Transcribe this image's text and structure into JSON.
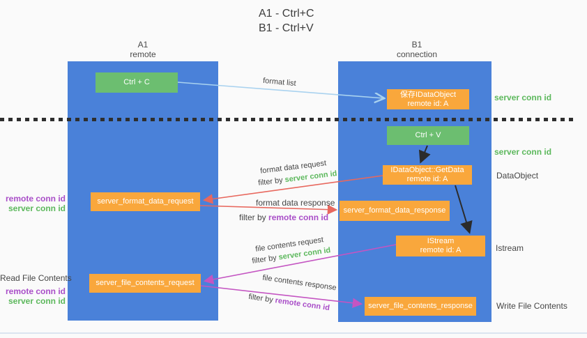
{
  "title": {
    "line1": "A1 - Ctrl+C",
    "line2": "B1 - Ctrl+V"
  },
  "lanes": {
    "a": {
      "name": "A1",
      "subtitle": "remote"
    },
    "b": {
      "name": "B1",
      "subtitle": "connection"
    }
  },
  "boxes": {
    "ctrl_c": {
      "label": "Ctrl + C"
    },
    "ctrl_v": {
      "label": "Ctrl + V"
    },
    "save_dataobject": {
      "line1": "保存IDataObject",
      "line2": "remote id: A"
    },
    "getdata": {
      "line1": "IDataObject::GetData",
      "line2": "remote id: A"
    },
    "istream": {
      "line1": "IStream",
      "line2": "remote id: A"
    },
    "format_request": {
      "label": "server_format_data_request"
    },
    "format_response": {
      "label": "server_format_data_response"
    },
    "file_request": {
      "label": "server_file_contents_request"
    },
    "file_response": {
      "label": "server_file_contents_response"
    }
  },
  "arrow_labels": {
    "format_list": "format list",
    "format_data_request": "format data request",
    "format_data_response": "format data response",
    "file_contents_request": "file contents request",
    "file_contents_response": "file contents response",
    "filter_by": "filter by",
    "server_conn_id": "server conn id",
    "remote_conn_id": "remote conn id"
  },
  "side_labels": {
    "right_server_conn_id_top": "server conn id",
    "right_server_conn_id_mid": "server conn id",
    "right_dataobject": "DataObject",
    "right_istream": "Istream",
    "right_write_file_contents": "Write File Contents",
    "left_remote_conn_id_top": "remote conn id",
    "left_server_conn_id_top": "server conn id",
    "left_read_file_contents": "Read File Contents",
    "left_remote_conn_id_bottom": "remote conn id",
    "left_server_conn_id_bottom": "server conn id"
  },
  "colors": {
    "lane_blue": "#4a81d9",
    "box_green": "#6cbe70",
    "box_orange": "#f9a73c",
    "arrow_red": "#e8685e",
    "arrow_magenta": "#c455c2",
    "arrow_light_blue": "#a9d2ef",
    "arrow_black": "#2b2b2b",
    "text_green": "#5cb85c",
    "text_purple": "#a94ec8"
  }
}
